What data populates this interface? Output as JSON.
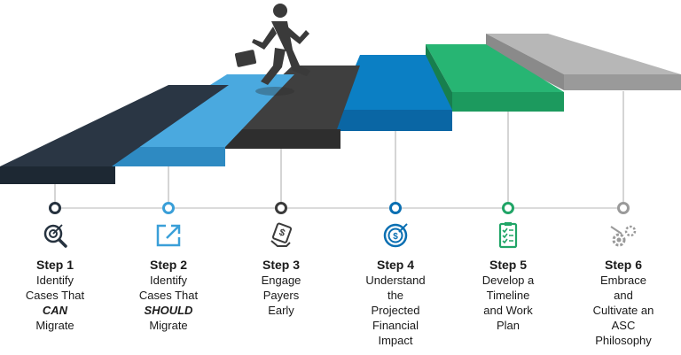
{
  "steps": [
    {
      "title": "Step 1",
      "lines": [
        "Identify",
        "Cases That",
        "CAN",
        "Migrate"
      ],
      "emphasis_line": 2,
      "icon": "magnifier-target-icon",
      "color": "#26323f"
    },
    {
      "title": "Step 2",
      "lines": [
        "Identify",
        "Cases That",
        "SHOULD",
        "Migrate"
      ],
      "emphasis_line": 2,
      "icon": "external-link-icon",
      "color": "#3a9fd8"
    },
    {
      "title": "Step 3",
      "lines": [
        "Engage",
        "Payers",
        "Early"
      ],
      "emphasis_line": -1,
      "icon": "money-hand-icon",
      "color": "#3b3b3b"
    },
    {
      "title": "Step 4",
      "lines": [
        "Understand",
        "the",
        "Projected",
        "Financial",
        "Impact"
      ],
      "emphasis_line": -1,
      "icon": "dollar-target-icon",
      "color": "#0a6fb2"
    },
    {
      "title": "Step 5",
      "lines": [
        "Develop a",
        "Timeline",
        "and Work",
        "Plan"
      ],
      "emphasis_line": -1,
      "icon": "checklist-icon",
      "color": "#21a567"
    },
    {
      "title": "Step 6",
      "lines": [
        "Embrace",
        "and",
        "Cultivate an",
        "ASC",
        "Philosophy"
      ],
      "emphasis_line": -1,
      "icon": "gears-icon",
      "color": "#9a9a9a"
    }
  ],
  "colors": {
    "connector": "#b8b8b8",
    "text": "#1a1a1a",
    "figure": "#3a3a3a"
  }
}
